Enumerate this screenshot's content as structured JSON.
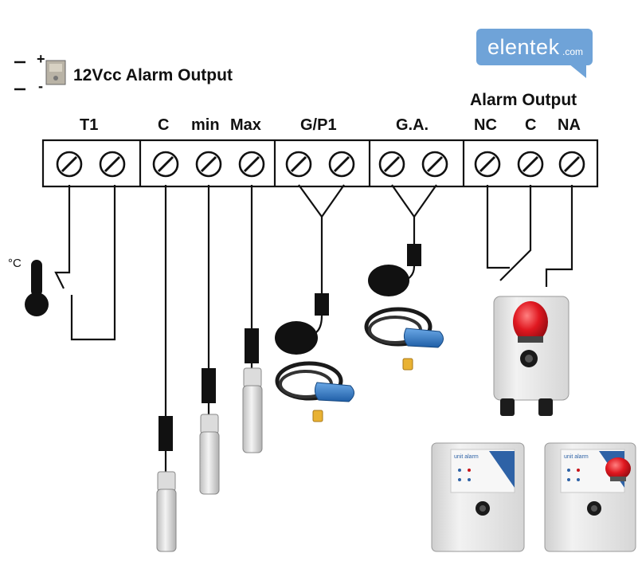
{
  "legend": {
    "plus": "+",
    "minus": "-",
    "label": "12Vcc Alarm Output"
  },
  "logo": {
    "brand": "elentek",
    "domain": ".com"
  },
  "alarm_output_header": "Alarm Output",
  "terminal_labels": {
    "t1": "T1",
    "c": "C",
    "min": "min",
    "max": "Max",
    "gp1": "G/P1",
    "ga": "G.A.",
    "nc": "NC",
    "c2": "C",
    "na": "NA"
  },
  "temperature_unit": "°C",
  "unit_labels": {
    "left_box": "unit alarm",
    "right_box": "unit alarm"
  },
  "colors": {
    "wire": "#111111",
    "float_blue": "#3a7fc9",
    "beacon_red": "#d8141c",
    "housing": "#e8e8e8",
    "logo_bg": "#6fa3d8",
    "counterweight": "#e9b233"
  }
}
